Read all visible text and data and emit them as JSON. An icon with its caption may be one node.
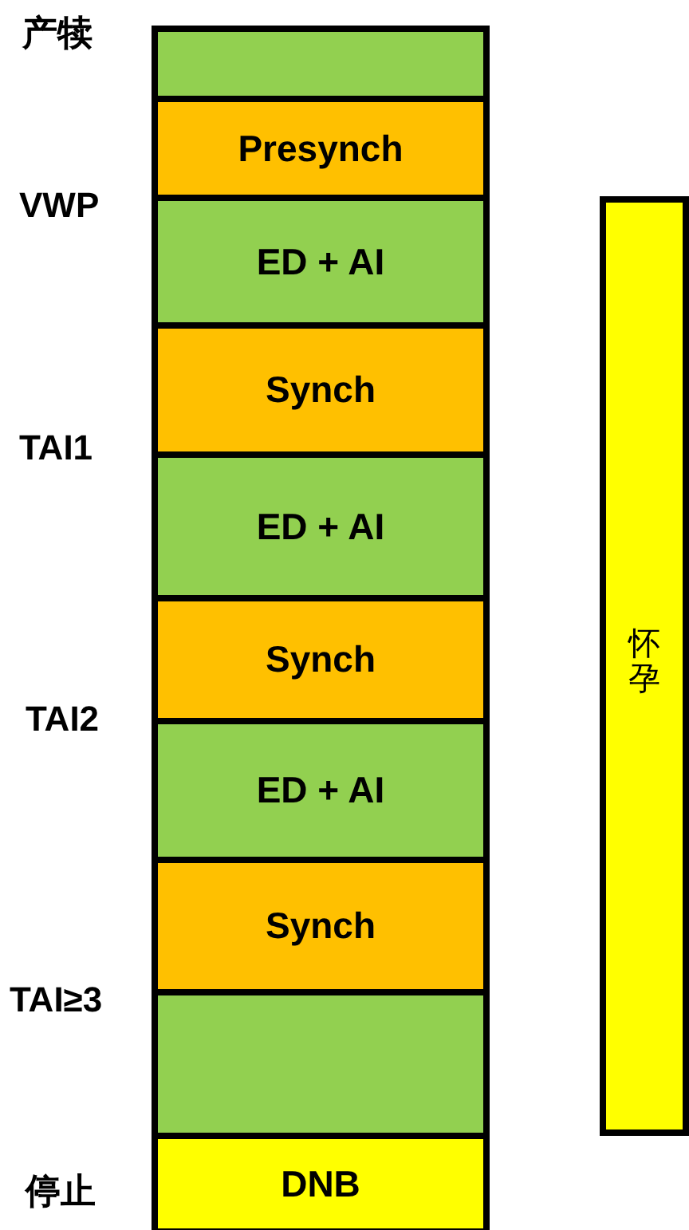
{
  "diagram": {
    "nodes": [
      {
        "text": [],
        "shape": "box"
      },
      {
        "text": [
          "Presynch"
        ]
      },
      {
        "text": [
          "ED + AI"
        ]
      },
      {
        "text": [
          "Synch"
        ]
      },
      {
        "text": [
          "ED + AI"
        ]
      },
      {
        "text": [
          "Synch"
        ]
      },
      {
        "text": [
          "ED + AI"
        ]
      },
      {
        "text": [
          "Synch"
        ]
      },
      {
        "text": [],
        "shape": "box"
      },
      {
        "text": [
          "DNB"
        ]
      },
      {
        "text": [
          "怀孕"
        ]
      }
    ],
    "labels": [
      "产犊",
      "VWP",
      "TAI1",
      "TAI2",
      "TAI≥3",
      "停止"
    ]
  }
}
